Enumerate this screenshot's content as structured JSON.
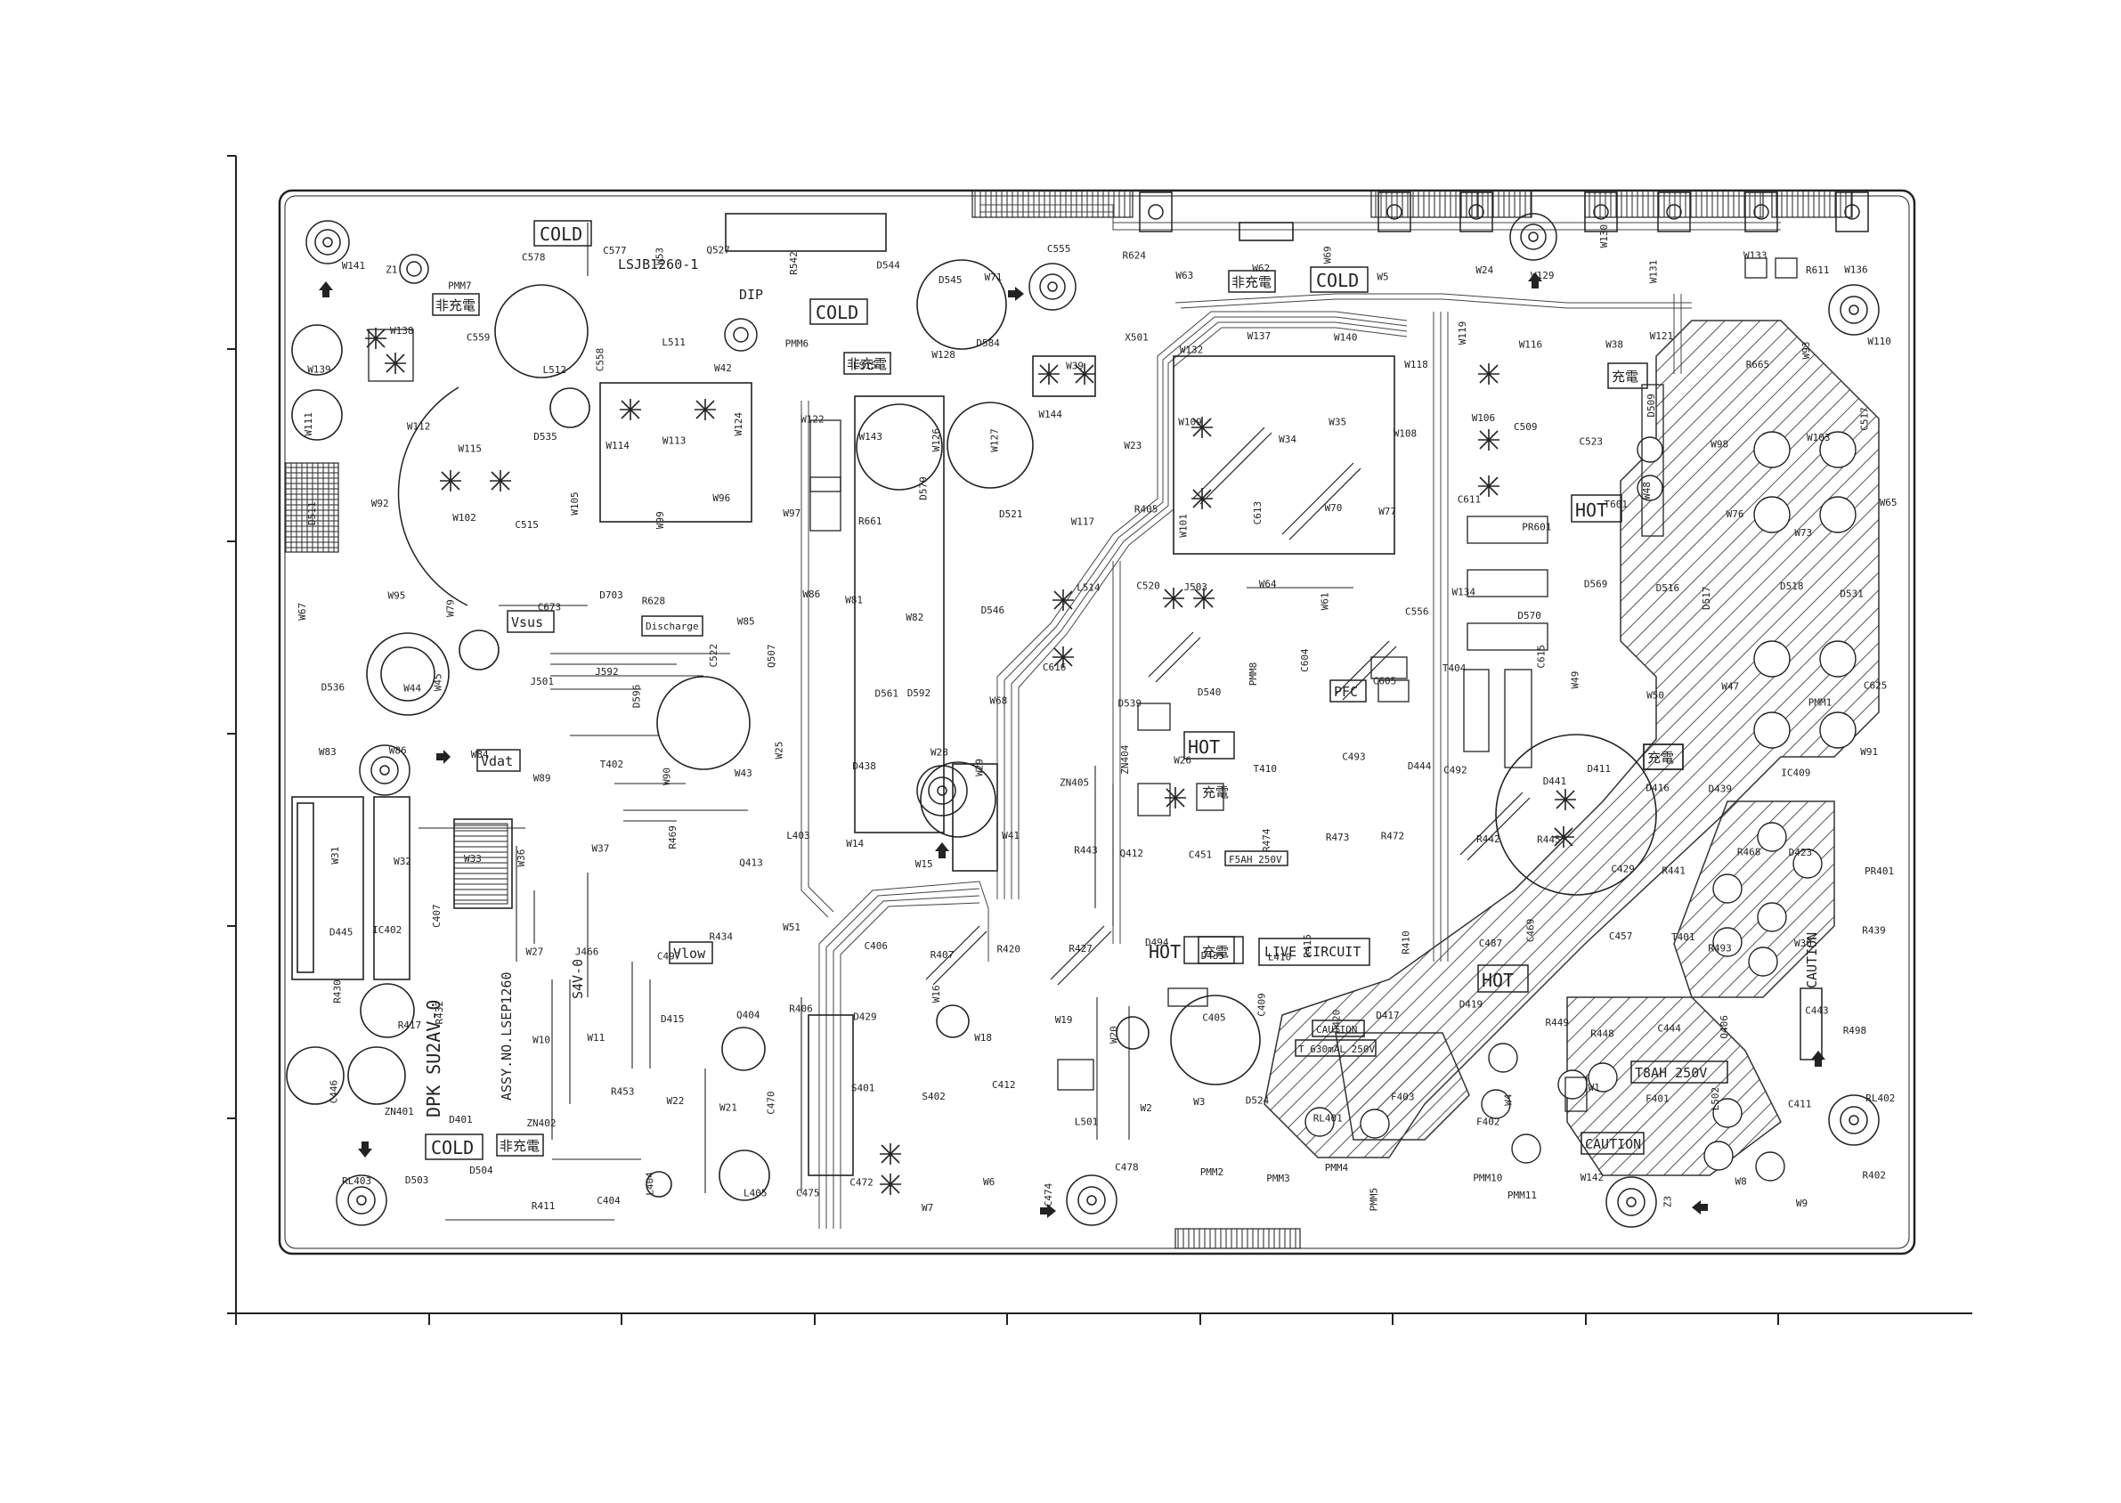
{
  "board": {
    "title": "LSJB1260-1",
    "assy_no": "ASSY.NO.LSEP1260",
    "model": "DPK SU2AV-0",
    "version": "S4V-0",
    "colors": {
      "line": "#222222",
      "hatch": "#555555",
      "background": "#ffffff"
    }
  },
  "boxed_labels": [
    {
      "id": "cold-1",
      "text": "COLD"
    },
    {
      "id": "cold-2",
      "text": "COLD"
    },
    {
      "id": "cold-3",
      "text": "COLD"
    },
    {
      "id": "cold-4",
      "text": "COLD"
    },
    {
      "id": "hot-1",
      "text": "HOT"
    },
    {
      "id": "hot-2",
      "text": "HOT"
    },
    {
      "id": "hot-3",
      "text": "HOT"
    },
    {
      "id": "hot-4",
      "text": "HOT"
    },
    {
      "id": "live-circuit",
      "text": "LIVE CIRCUIT"
    },
    {
      "id": "vsus",
      "text": "Vsus"
    },
    {
      "id": "vdat",
      "text": "Vdat"
    },
    {
      "id": "vlow",
      "text": "Vlow"
    },
    {
      "id": "discharge",
      "text": "Discharge"
    },
    {
      "id": "pfc",
      "text": "PFC"
    },
    {
      "id": "caution-1",
      "text": "CAUTION"
    },
    {
      "id": "caution-2",
      "text": "CAUTION"
    },
    {
      "id": "caution-3",
      "text": "CAUTION"
    },
    {
      "id": "fuse-t8ah",
      "text": "T8AH 250V"
    },
    {
      "id": "fuse-t630",
      "text": "T 630mAL 250V"
    },
    {
      "id": "fuse-f5ah",
      "text": "F5AH 250V"
    },
    {
      "id": "jp-cold-1",
      "text": "非充電"
    },
    {
      "id": "jp-cold-2",
      "text": "非充電"
    },
    {
      "id": "jp-cold-3",
      "text": "非充電"
    },
    {
      "id": "jp-cold-4",
      "text": "非充電"
    },
    {
      "id": "jp-hot-1",
      "text": "充電"
    },
    {
      "id": "jp-hot-2",
      "text": "充電"
    },
    {
      "id": "jp-hot-3",
      "text": "充電"
    },
    {
      "id": "jp-hot-4",
      "text": "充電"
    },
    {
      "id": "dip",
      "text": "DIP"
    }
  ],
  "component_labels": [
    "W141",
    "Z1",
    "PMM7",
    "C578",
    "C577",
    "W53",
    "Q527",
    "R542",
    "D544",
    "D545",
    "W71",
    "C555",
    "R624",
    "W63",
    "W62",
    "W69",
    "W5",
    "W24",
    "W129",
    "W130",
    "W131",
    "W133",
    "R611",
    "W136",
    "W139",
    "W138",
    "C559",
    "L512",
    "C558",
    "L511",
    "W42",
    "PMM6",
    "LS15",
    "W128",
    "D584",
    "W39",
    "X501",
    "W132",
    "W137",
    "W140",
    "W118",
    "W119",
    "W116",
    "W38",
    "W121",
    "R665",
    "W93",
    "W110",
    "W111",
    "W112",
    "W115",
    "D535",
    "W114",
    "W113",
    "W124",
    "W122",
    "W143",
    "W126",
    "W127",
    "W144",
    "W23",
    "W109",
    "W34",
    "W35",
    "W108",
    "W106",
    "C509",
    "C523",
    "D509",
    "W98",
    "W103",
    "C517",
    "D511",
    "W92",
    "W102",
    "C515",
    "W105",
    "W99",
    "W96",
    "W97",
    "R661",
    "D579",
    "D521",
    "W117",
    "R405",
    "W101",
    "C613",
    "W70",
    "W77",
    "C611",
    "PR601",
    "T601",
    "W48",
    "W76",
    "W73",
    "W65",
    "W67",
    "W95",
    "W79",
    "C673",
    "D703",
    "R628",
    "W85",
    "W86",
    "W81",
    "W82",
    "D546",
    "L514",
    "C520",
    "J503",
    "W64",
    "W61",
    "C556",
    "W134",
    "D570",
    "D569",
    "D516",
    "D517",
    "D518",
    "D531",
    "D536",
    "W44",
    "W45",
    "J501",
    "J592",
    "D596",
    "C522",
    "Q507",
    "D561",
    "D592",
    "W68",
    "C616",
    "D539",
    "D540",
    "PMM8",
    "C604",
    "C605",
    "T404",
    "C615",
    "W49",
    "W50",
    "W47",
    "PMM1",
    "C625",
    "W83",
    "W86",
    "W84",
    "W89",
    "T402",
    "W90",
    "W43",
    "W25",
    "D438",
    "W28",
    "W29",
    "ZN405",
    "ZN404",
    "W26",
    "T410",
    "C493",
    "D444",
    "C492",
    "D441",
    "D411",
    "D416",
    "D439",
    "IC409",
    "W91",
    "W31",
    "W32",
    "W33",
    "W36",
    "W37",
    "R469",
    "Q413",
    "L403",
    "W14",
    "W15",
    "W41",
    "R443",
    "Q412",
    "C451",
    "R474",
    "R473",
    "R472",
    "R442",
    "R445",
    "C429",
    "R441",
    "R468",
    "D423",
    "PR401",
    "D445",
    "IC402",
    "C407",
    "W27",
    "J466",
    "C497",
    "R434",
    "W51",
    "C406",
    "R407",
    "R420",
    "R427",
    "D494",
    "D435",
    "L410",
    "R415",
    "R410",
    "C487",
    "C469",
    "C457",
    "T401",
    "R493",
    "W30",
    "R439",
    "R430",
    "R417",
    "R432",
    "W10",
    "W11",
    "D415",
    "Q404",
    "R406",
    "D429",
    "W16",
    "W18",
    "W19",
    "W20",
    "C405",
    "C409",
    "D420",
    "D417",
    "D419",
    "R449",
    "R448",
    "C444",
    "Q406",
    "C443",
    "R498",
    "C446",
    "ZN401",
    "D401",
    "ZN402",
    "R453",
    "W22",
    "W21",
    "C470",
    "S401",
    "S402",
    "C412",
    "L501",
    "W2",
    "W3",
    "D524",
    "RL401",
    "F403",
    "F402",
    "W4",
    "W1",
    "F401",
    "L502",
    "C411",
    "RL402",
    "RL403",
    "D503",
    "D504",
    "R411",
    "C404",
    "L404",
    "L405",
    "C475",
    "C472",
    "W7",
    "W6",
    "C474",
    "C478",
    "PMM2",
    "PMM3",
    "PMM4",
    "PMM5",
    "PMM10",
    "PMM11",
    "W142",
    "Z3",
    "W8",
    "W9",
    "R402"
  ]
}
